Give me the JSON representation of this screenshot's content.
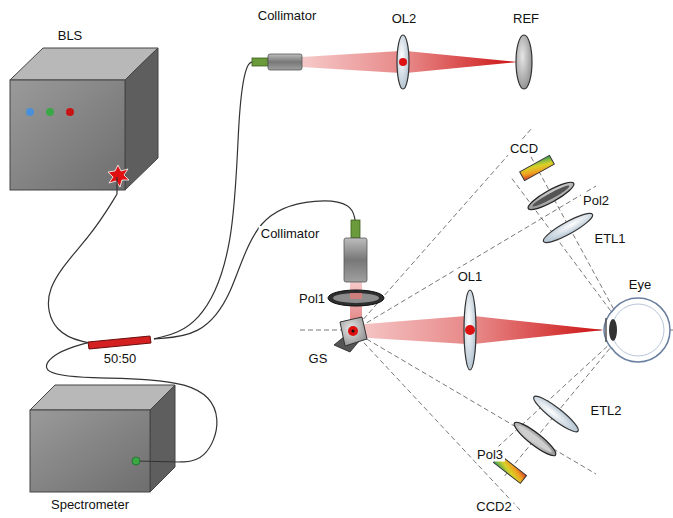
{
  "diagram": {
    "nodes": [
      {
        "text": [
          "BLS"
        ]
      },
      {
        "text": [
          "Collimator"
        ]
      },
      {
        "text": [
          "50:50"
        ]
      },
      {
        "text": [
          "Collimator"
        ]
      },
      {
        "text": [
          "Spectrometer"
        ]
      }
    ],
    "edges": [
      {
        "from": 0,
        "to": 2,
        "arrow": "none"
      },
      {
        "from": 2,
        "to": 1,
        "arrow": "none"
      },
      {
        "from": 2,
        "to": 3,
        "arrow": "none"
      },
      {
        "from": 2,
        "to": 4,
        "arrow": "none"
      }
    ],
    "labels": [
      "OL2",
      "REF",
      "CCD",
      "Pol2",
      "ETL1",
      "OL1",
      "Eye",
      "Pol1",
      "GS",
      "ETL2",
      "Pol3",
      "CCD2"
    ]
  }
}
